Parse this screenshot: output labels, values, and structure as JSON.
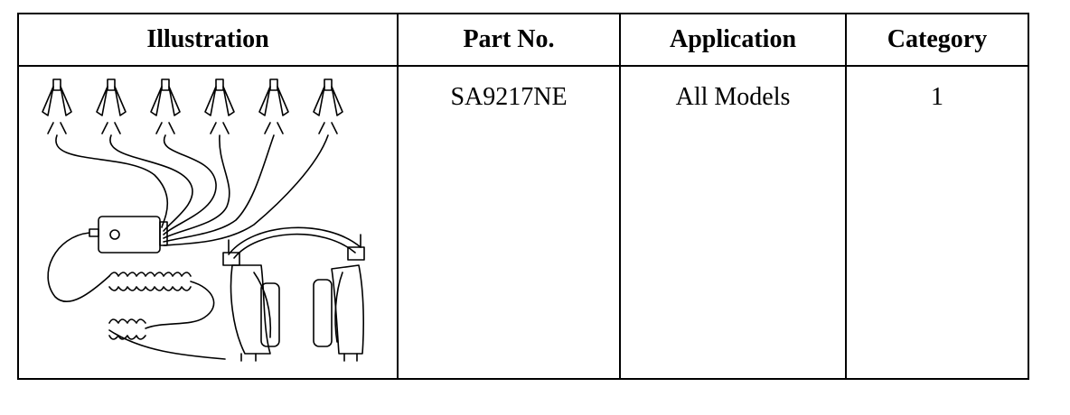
{
  "table": {
    "headers": {
      "illustration": "Illustration",
      "part_no": "Part No.",
      "application": "Application",
      "category": "Category"
    },
    "rows": [
      {
        "part_no": "SA9217NE",
        "application": "All Models",
        "category": "1",
        "illustration_icon": "stethoscope-kit-icon"
      }
    ]
  }
}
